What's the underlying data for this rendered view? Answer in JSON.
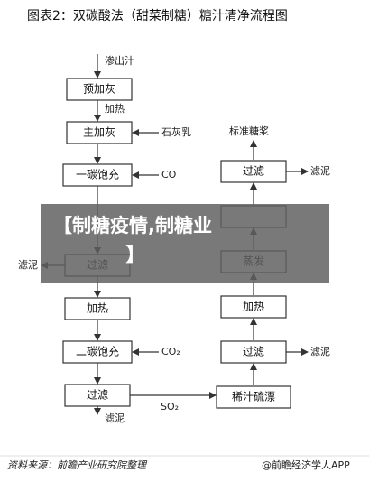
{
  "title": "图表2：双碳酸法（甜菜制糖）糖汁清净流程图",
  "left_column": {
    "input_label": "渗出汁",
    "boxes": [
      "预加灰",
      "主加灰",
      "一碳饱充",
      "过滤",
      "加热",
      "二碳饱充",
      "过滤"
    ],
    "between_labels": [
      "加热",
      "",
      "",
      "",
      "",
      ""
    ],
    "output_label": "滤泥"
  },
  "left_side_labels": {
    "lime_milk": "石灰乳",
    "co_1": "CO",
    "filter_mud": "滤泥",
    "co2": "CO₂",
    "so2": "SO₂"
  },
  "right_column": {
    "output_label": "标准糖浆",
    "boxes": [
      "过滤",
      "",
      "蒸发",
      "加热",
      "过滤",
      "稀汁硫漂"
    ],
    "side_labels": [
      "滤泥",
      "",
      "",
      "",
      "滤泥",
      ""
    ]
  },
  "banner": {
    "line1": "【制糖疫情,制糖业",
    "line2": "】"
  },
  "footer": {
    "source": "资料来源：前瞻产业研究院整理",
    "brand": "@前瞻经济学人APP"
  }
}
